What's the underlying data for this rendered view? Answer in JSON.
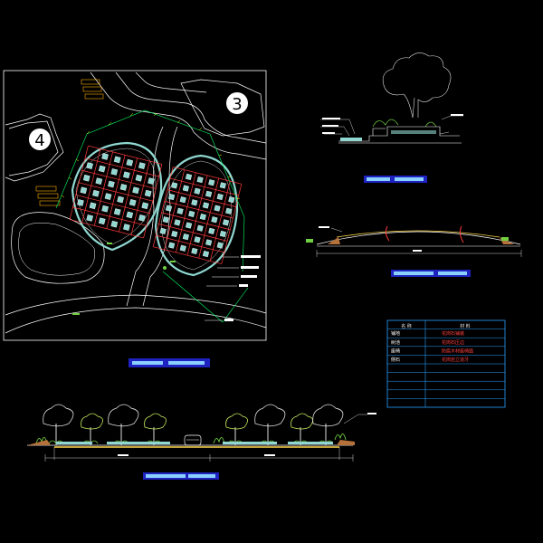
{
  "drawing": {
    "zone_labels": [
      "4",
      "3"
    ],
    "palette": {
      "background": "#000000",
      "outline": "#ffffff",
      "grid": "#ff3a3a",
      "pavement": "#8fd7d0",
      "trees": "#dcdcdc",
      "vegetation": "#70d040",
      "dimension": "#00ff66",
      "section_box": "#1e22c0",
      "table": "#2aa0ff"
    }
  },
  "legend_table": {
    "header": [
      "名 称",
      "材 料"
    ],
    "rows": [
      [
        "铺地",
        "花岗石铺装"
      ],
      [
        "树池",
        "花岗石压边"
      ],
      [
        "座椅",
        "防腐木材座椅面"
      ],
      [
        "侧石",
        "花岗岩立道牙"
      ],
      [
        "",
        ""
      ],
      [
        "",
        ""
      ],
      [
        "",
        ""
      ],
      [
        "",
        ""
      ],
      [
        "",
        ""
      ]
    ]
  }
}
